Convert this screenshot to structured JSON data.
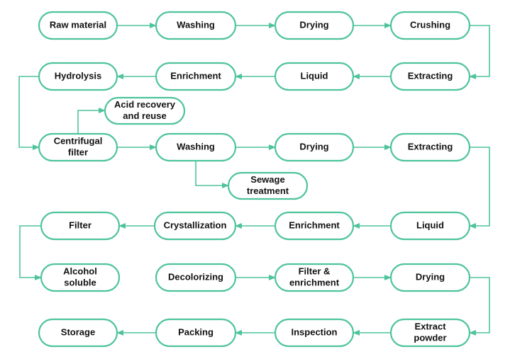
{
  "colors": {
    "stroke": "#4ec49a",
    "fill": "#ffffff",
    "text": "#111111"
  },
  "nodes": [
    {
      "id": "n1",
      "lines": [
        "Raw material"
      ]
    },
    {
      "id": "n2",
      "lines": [
        "Washing"
      ]
    },
    {
      "id": "n3",
      "lines": [
        "Drying"
      ]
    },
    {
      "id": "n4",
      "lines": [
        "Crushing"
      ]
    },
    {
      "id": "n5",
      "lines": [
        "Extracting"
      ]
    },
    {
      "id": "n6",
      "lines": [
        "Liquid"
      ]
    },
    {
      "id": "n7",
      "lines": [
        "Enrichment"
      ]
    },
    {
      "id": "n8",
      "lines": [
        "Hydrolysis"
      ]
    },
    {
      "id": "n9",
      "lines": [
        "Acid recovery",
        "and reuse"
      ]
    },
    {
      "id": "n10",
      "lines": [
        "Centrifugal",
        "filter"
      ]
    },
    {
      "id": "n11",
      "lines": [
        "Washing"
      ]
    },
    {
      "id": "n12",
      "lines": [
        "Sewage",
        "treatment"
      ]
    },
    {
      "id": "n13",
      "lines": [
        "Drying"
      ]
    },
    {
      "id": "n14",
      "lines": [
        "Extracting"
      ]
    },
    {
      "id": "n15",
      "lines": [
        "Liquid"
      ]
    },
    {
      "id": "n16",
      "lines": [
        "Enrichment"
      ]
    },
    {
      "id": "n17",
      "lines": [
        "Crystallization"
      ]
    },
    {
      "id": "n18",
      "lines": [
        "Filter"
      ]
    },
    {
      "id": "n19",
      "lines": [
        "Alcohol",
        "soluble"
      ]
    },
    {
      "id": "n20",
      "lines": [
        "Decolorizing"
      ]
    },
    {
      "id": "n21",
      "lines": [
        "Filter &",
        "enrichment"
      ]
    },
    {
      "id": "n22",
      "lines": [
        "Drying"
      ]
    },
    {
      "id": "n23",
      "lines": [
        "Extract",
        "powder"
      ]
    },
    {
      "id": "n24",
      "lines": [
        "Inspection"
      ]
    },
    {
      "id": "n25",
      "lines": [
        "Packing"
      ]
    },
    {
      "id": "n26",
      "lines": [
        "Storage"
      ]
    }
  ],
  "edges": [
    {
      "from": "n1",
      "to": "n2"
    },
    {
      "from": "n2",
      "to": "n3"
    },
    {
      "from": "n3",
      "to": "n4"
    },
    {
      "from": "n4",
      "to": "n5"
    },
    {
      "from": "n5",
      "to": "n6"
    },
    {
      "from": "n6",
      "to": "n7"
    },
    {
      "from": "n7",
      "to": "n8"
    },
    {
      "from": "n8",
      "to": "n10"
    },
    {
      "from": "n10",
      "to": "n9"
    },
    {
      "from": "n10",
      "to": "n11"
    },
    {
      "from": "n11",
      "to": "n12"
    },
    {
      "from": "n11",
      "to": "n13"
    },
    {
      "from": "n13",
      "to": "n14"
    },
    {
      "from": "n14",
      "to": "n15"
    },
    {
      "from": "n15",
      "to": "n16"
    },
    {
      "from": "n16",
      "to": "n17"
    },
    {
      "from": "n17",
      "to": "n18"
    },
    {
      "from": "n18",
      "to": "n19"
    },
    {
      "from": "n20",
      "to": "n21"
    },
    {
      "from": "n21",
      "to": "n22"
    },
    {
      "from": "n22",
      "to": "n23"
    },
    {
      "from": "n23",
      "to": "n24"
    },
    {
      "from": "n24",
      "to": "n25"
    },
    {
      "from": "n25",
      "to": "n26"
    }
  ]
}
